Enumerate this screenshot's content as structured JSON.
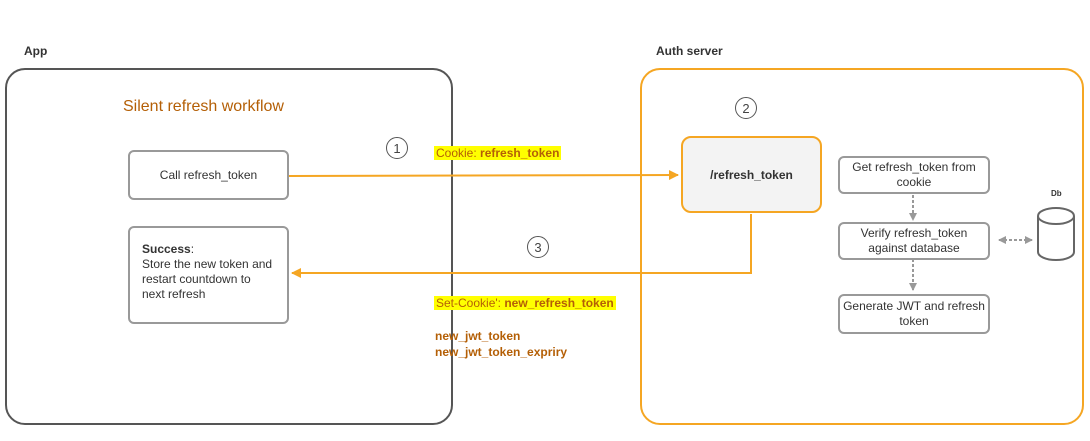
{
  "regions": {
    "app_label": "App",
    "auth_label": "Auth server"
  },
  "app": {
    "title": "Silent refresh workflow",
    "call_box": "Call refresh_token",
    "success_head": "Success",
    "success_body": "Store the new token and restart countdown to next refresh"
  },
  "steps": [
    "1",
    "2",
    "3"
  ],
  "messages": {
    "cookie_prefix": "Cookie: ",
    "cookie_value": "refresh_token",
    "set_cookie_prefix": "Set-Cookie': ",
    "set_cookie_value": "new_refresh_token",
    "jwt_token": "new_jwt_token",
    "jwt_expiry": "new_jwt_token_expriry"
  },
  "auth": {
    "endpoint": "/refresh_token",
    "process": [
      "Get refresh_token from cookie",
      "Verify refresh_token against database",
      "Generate JWT and refresh token"
    ],
    "db_label": "Db"
  },
  "colors": {
    "accent_orange": "#f5a623",
    "text_orange": "#b45f06",
    "highlight": "#ffff00",
    "gray_border": "#999999"
  }
}
